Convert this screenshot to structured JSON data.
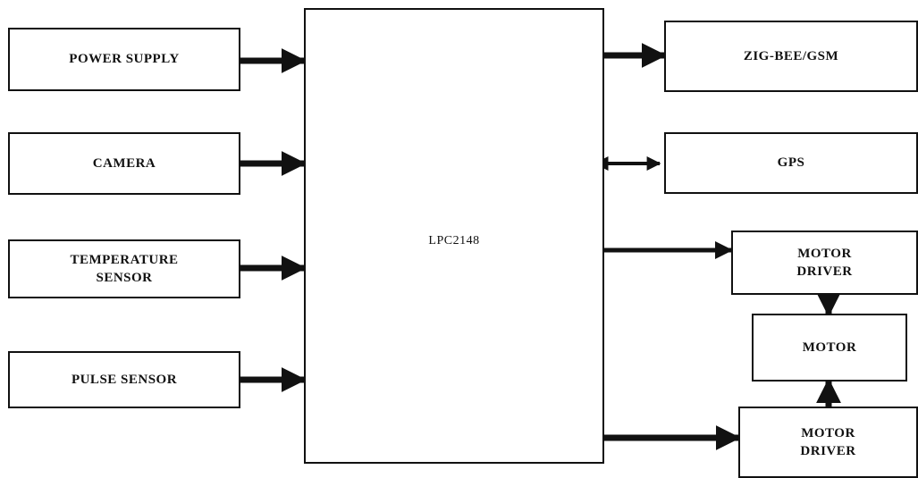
{
  "mcu": {
    "label": "LPC2148"
  },
  "inputs": [
    {
      "id": "power-supply",
      "label": "POWER  SUPPLY"
    },
    {
      "id": "camera",
      "label": "CAMERA"
    },
    {
      "id": "temperature-sensor",
      "label": "TEMPERATURE\nSENSOR"
    },
    {
      "id": "pulse-sensor",
      "label": "PULSE  SENSOR"
    }
  ],
  "outputs": [
    {
      "id": "zigbee-gsm",
      "label": "ZIG-BEE/GSM"
    },
    {
      "id": "gps",
      "label": "GPS"
    },
    {
      "id": "motor-driver-1",
      "label": "MOTOR\nDRIVER"
    },
    {
      "id": "motor",
      "label": "MOTOR"
    },
    {
      "id": "motor-driver-2",
      "label": "MOTOR\nDRIVER"
    }
  ]
}
